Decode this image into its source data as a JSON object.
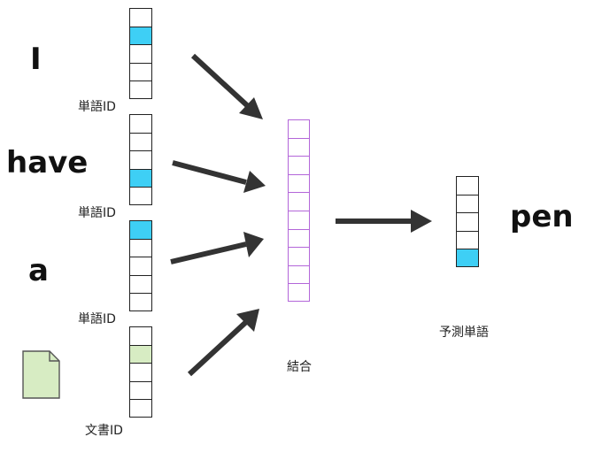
{
  "words": [
    "I",
    "have",
    "a",
    "pen"
  ],
  "labels": {
    "word_id": "単語ID",
    "doc_id": "文書ID",
    "concat": "結合",
    "predicted_word": "予測単語"
  },
  "vectors": [
    {
      "name": "word-vector-i",
      "cells": 5,
      "active": 1
    },
    {
      "name": "word-vector-have",
      "cells": 5,
      "active": 3
    },
    {
      "name": "word-vector-a",
      "cells": 5,
      "active": 0
    },
    {
      "name": "doc-vector",
      "cells": 5,
      "active": 1
    },
    {
      "name": "predicted-vector",
      "cells": 5,
      "active": 4
    }
  ],
  "concat_cells": 10,
  "icons": {
    "document": "document-icon"
  },
  "colors": {
    "word_highlight": "#3ecff5",
    "doc_highlight": "#d7ecc3",
    "concat_border": "#b366d9",
    "arrow": "#333333",
    "doc_icon_fill": "#d7ecc3"
  }
}
